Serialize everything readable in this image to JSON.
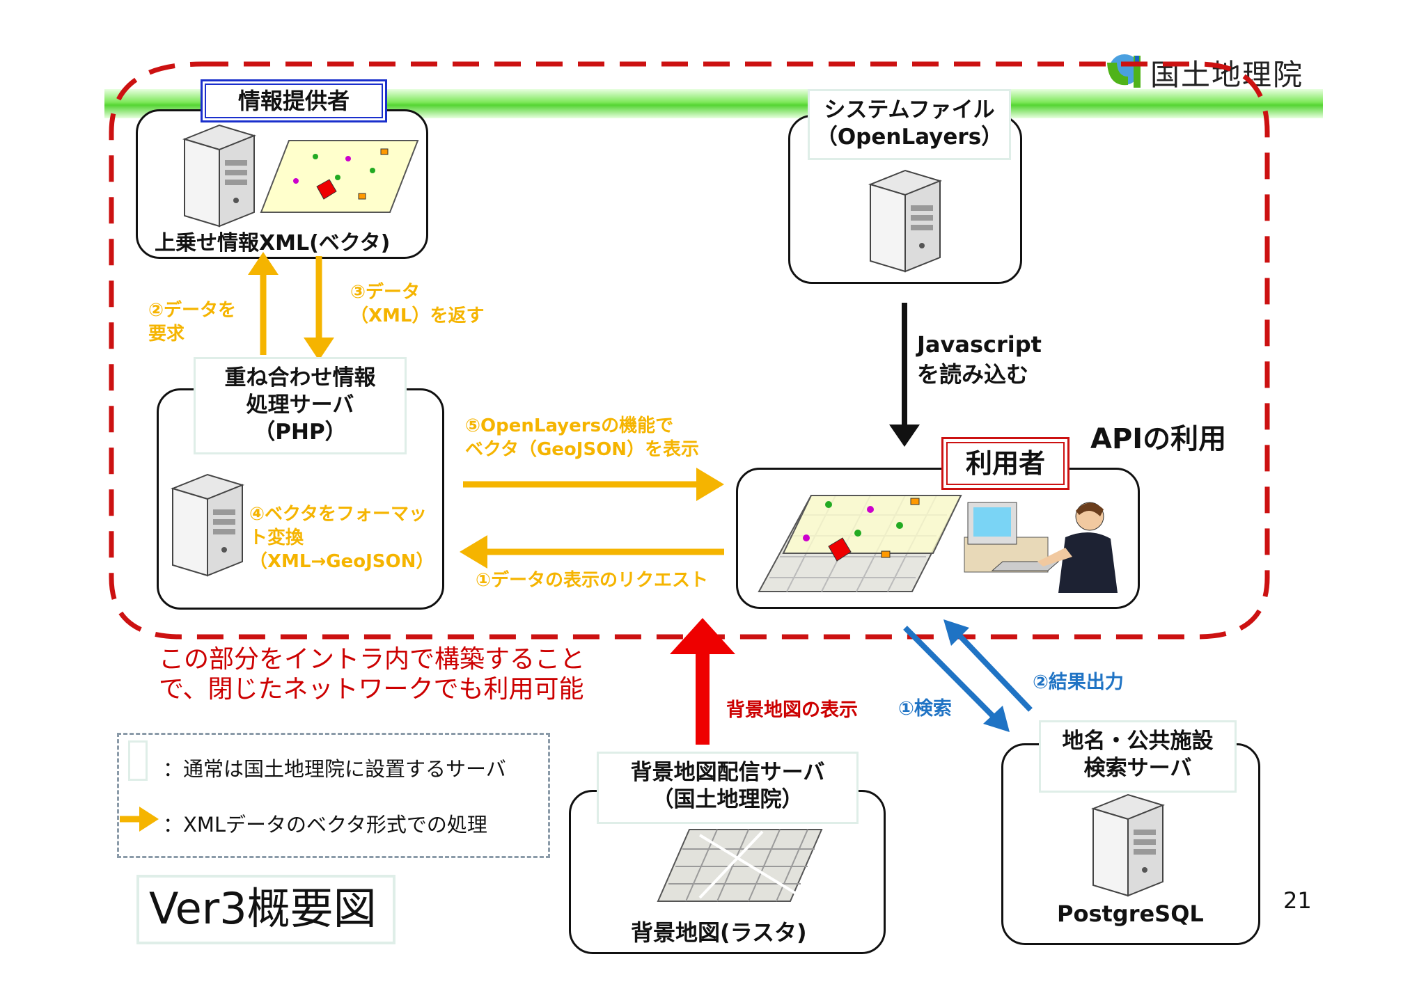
{
  "logo": {
    "text": "国土地理院"
  },
  "providers": {
    "title": "情報提供者",
    "caption": "上乗せ情報XML(ベクタ)"
  },
  "system_file": {
    "line1": "システムファイル",
    "line2": "（OpenLayers）"
  },
  "overlay_server": {
    "line1": "重ね合わせ情報",
    "line2": "処理サーバ",
    "line3": "（PHP）"
  },
  "arrows": {
    "request_line1": "②データを",
    "request_line2": "要求",
    "return_line1": "③データ",
    "return_line2": "（XML）を返す",
    "convert_line1": "④ベクタをフォーマッ",
    "convert_line2": "ト変換",
    "convert_line3": "（XML→GeoJSON）",
    "display_line1": "⑤OpenLayersの機能で",
    "display_line2": "ベクタ（GeoJSON）を表示",
    "request_display": "①データの表示のリクエスト",
    "js_line1": "Javascript",
    "js_line2": "を読み込む",
    "background_display": "背景地図の表示",
    "search": "①検索",
    "result": "②結果出力"
  },
  "user": {
    "label": "利用者",
    "api": "APIの利用"
  },
  "intranet_note": {
    "line1": "この部分をイントラ内で構築すること",
    "line2": "で、閉じたネットワークでも利用可能"
  },
  "legend": {
    "server_item": "：通常は国土地理院に設置するサーバ",
    "arrow_item": "：XMLデータのベクタ形式での処理"
  },
  "bg_server": {
    "line1": "背景地図配信サーバ",
    "line2": "（国土地理院）",
    "caption": "背景地図(ラスタ)"
  },
  "search_server": {
    "line1": "地名・公共施設",
    "line2": "検索サーバ",
    "caption": "PostgreSQL"
  },
  "title": "Ver3概要図",
  "page_number": "21",
  "colors": {
    "dashed_border": "#cc1111",
    "yellow_arrow": "#f5b400",
    "blue_arrow": "#1f73c4",
    "green_bar": "#66dd44",
    "red_arrow": "#ee0000"
  }
}
